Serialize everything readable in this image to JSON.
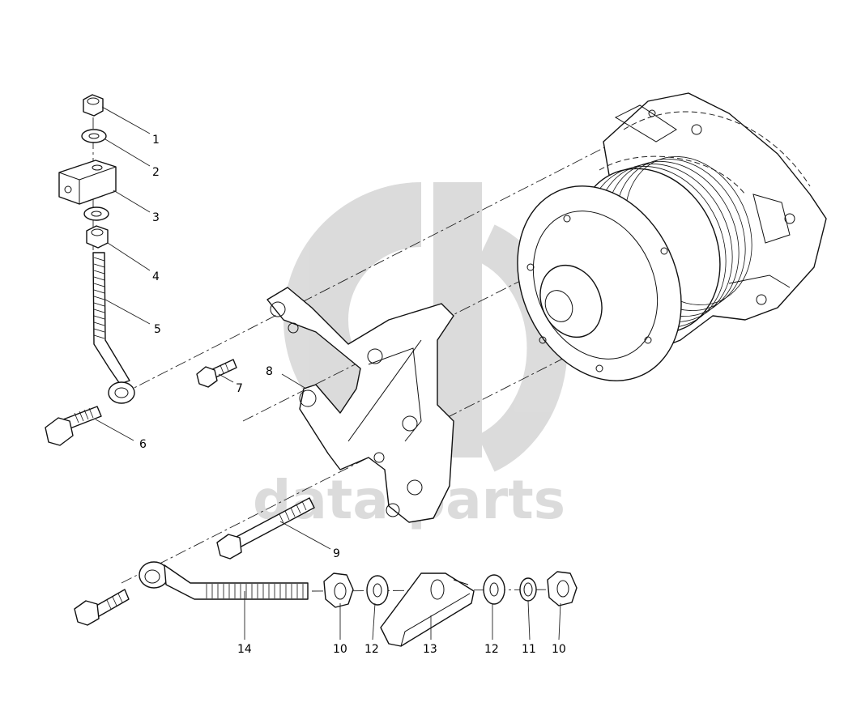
{
  "watermark": {
    "text": "data parts",
    "color": "#d8d8d8"
  },
  "callouts": {
    "c1": "1",
    "c2": "2",
    "c3": "3",
    "c4": "4",
    "c5": "5",
    "c6": "6",
    "c7": "7",
    "c8": "8",
    "c9": "9",
    "c10a": "10",
    "c10b": "10",
    "c11": "11",
    "c12a": "12",
    "c12b": "12",
    "c13": "13",
    "c14": "14"
  },
  "colors": {
    "line": "#111111",
    "background": "#ffffff"
  }
}
